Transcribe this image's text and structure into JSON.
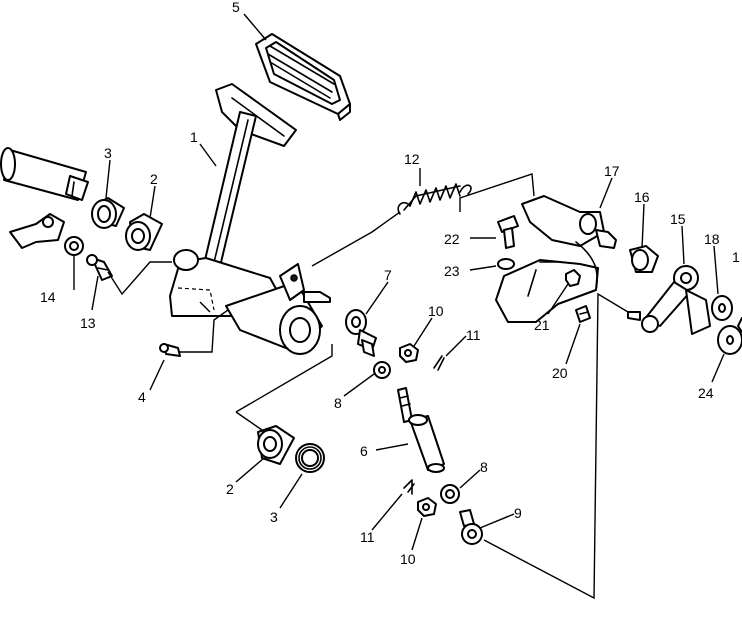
{
  "callouts": [
    {
      "id": "c1",
      "text": "1"
    },
    {
      "id": "c2a",
      "text": "2"
    },
    {
      "id": "c2b",
      "text": "2"
    },
    {
      "id": "c3a",
      "text": "3"
    },
    {
      "id": "c3b",
      "text": "3"
    },
    {
      "id": "c4",
      "text": "4"
    },
    {
      "id": "c5",
      "text": "5"
    },
    {
      "id": "c6",
      "text": "6"
    },
    {
      "id": "c7",
      "text": "7"
    },
    {
      "id": "c8a",
      "text": "8"
    },
    {
      "id": "c8b",
      "text": "8"
    },
    {
      "id": "c9",
      "text": "9"
    },
    {
      "id": "c10a",
      "text": "10"
    },
    {
      "id": "c10b",
      "text": "10"
    },
    {
      "id": "c11a",
      "text": "11"
    },
    {
      "id": "c11b",
      "text": "11"
    },
    {
      "id": "c12",
      "text": "12"
    },
    {
      "id": "c13",
      "text": "13"
    },
    {
      "id": "c14",
      "text": "14"
    },
    {
      "id": "c15",
      "text": "15"
    },
    {
      "id": "c16",
      "text": "16"
    },
    {
      "id": "c17",
      "text": "17"
    },
    {
      "id": "c18",
      "text": "18"
    },
    {
      "id": "c19",
      "text": "1"
    },
    {
      "id": "c20",
      "text": "20"
    },
    {
      "id": "c21",
      "text": "21"
    },
    {
      "id": "c22",
      "text": "22"
    },
    {
      "id": "c23",
      "text": "23"
    },
    {
      "id": "c24",
      "text": "24"
    }
  ]
}
